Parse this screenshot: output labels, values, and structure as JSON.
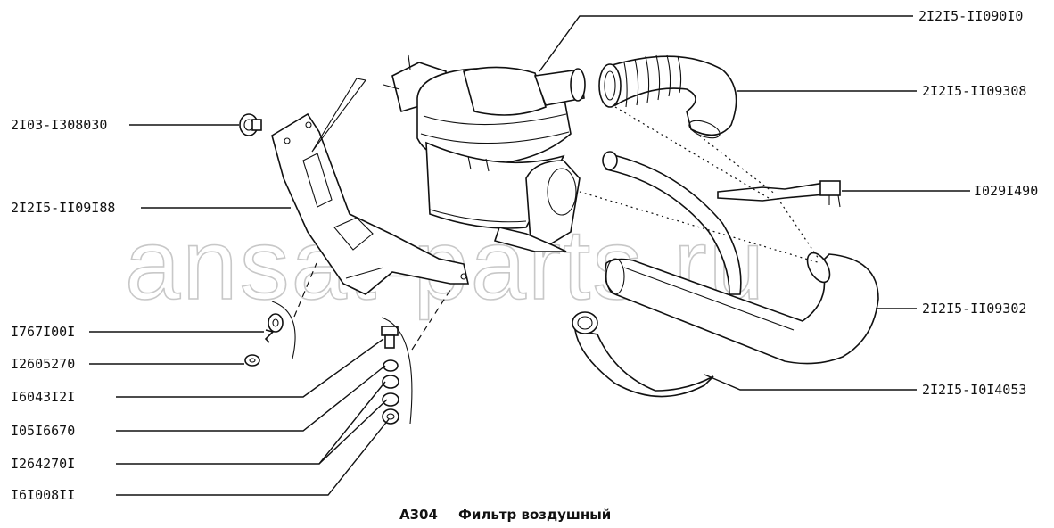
{
  "caption": {
    "code": "А304",
    "title": "Фильтр воздушный"
  },
  "watermark": "ansat-parts.ru",
  "parts_left": [
    {
      "id": "p1",
      "number": "2I03-I308030"
    },
    {
      "id": "p2",
      "number": "2I2I5-II09I88"
    },
    {
      "id": "p3",
      "number": "I767I00I"
    },
    {
      "id": "p4",
      "number": "I2605270"
    },
    {
      "id": "p5",
      "number": "I6043I2I"
    },
    {
      "id": "p6",
      "number": "I05I6670"
    },
    {
      "id": "p7",
      "number": "I264270I"
    },
    {
      "id": "p8",
      "number": "I6I008II"
    }
  ],
  "parts_right": [
    {
      "id": "r1",
      "number": "2I2I5-II090I0"
    },
    {
      "id": "r2",
      "number": "2I2I5-II09308"
    },
    {
      "id": "r3",
      "number": "I029I490"
    },
    {
      "id": "r4",
      "number": "2I2I5-II09302"
    },
    {
      "id": "r5",
      "number": "2I2I5-I0I4053"
    }
  ]
}
